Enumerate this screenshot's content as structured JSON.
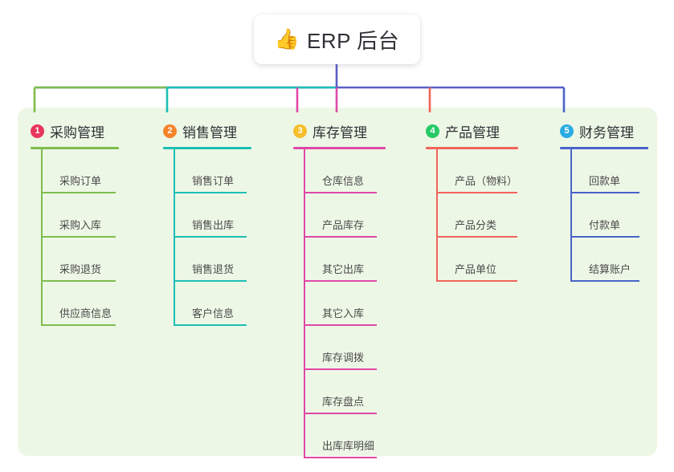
{
  "root": {
    "icon": "thumbs-up-icon",
    "emoji": "👍",
    "title": "ERP 后台"
  },
  "colors": {
    "panel_bg": "#edf7e6",
    "page_bg": "#ffffff",
    "root_line": "#5a5ec8",
    "text": "#2f3035",
    "leaf_text": "#4a4a4a"
  },
  "columns": [
    {
      "number": "1",
      "title": "采购管理",
      "badge_color": "#e8365d",
      "line_color": "#7ebd4e",
      "items": [
        {
          "label": "采购订单"
        },
        {
          "label": "采购入库"
        },
        {
          "label": "采购退货"
        },
        {
          "label": "供应商信息"
        }
      ]
    },
    {
      "number": "2",
      "title": "销售管理",
      "badge_color": "#f5842a",
      "line_color": "#1cbfb4",
      "items": [
        {
          "label": "销售订单"
        },
        {
          "label": "销售出库"
        },
        {
          "label": "销售退货"
        },
        {
          "label": "客户信息"
        }
      ]
    },
    {
      "number": "3",
      "title": "库存管理",
      "badge_color": "#f5be2a",
      "line_color": "#e048a8",
      "items": [
        {
          "label": "仓库信息"
        },
        {
          "label": "产品库存"
        },
        {
          "label": "其它出库"
        },
        {
          "label": "其它入库"
        },
        {
          "label": "库存调拨"
        },
        {
          "label": "库存盘点"
        },
        {
          "label": "出库库明细"
        }
      ]
    },
    {
      "number": "4",
      "title": "产品管理",
      "badge_color": "#26ca66",
      "line_color": "#f2645a",
      "items": [
        {
          "label": "产品（物料）"
        },
        {
          "label": "产品分类"
        },
        {
          "label": "产品单位"
        }
      ]
    },
    {
      "number": "5",
      "title": "财务管理",
      "badge_color": "#29abe2",
      "line_color": "#4a63c8",
      "items": [
        {
          "label": "回款单"
        },
        {
          "label": "付款单"
        },
        {
          "label": "结算账户"
        }
      ]
    }
  ]
}
